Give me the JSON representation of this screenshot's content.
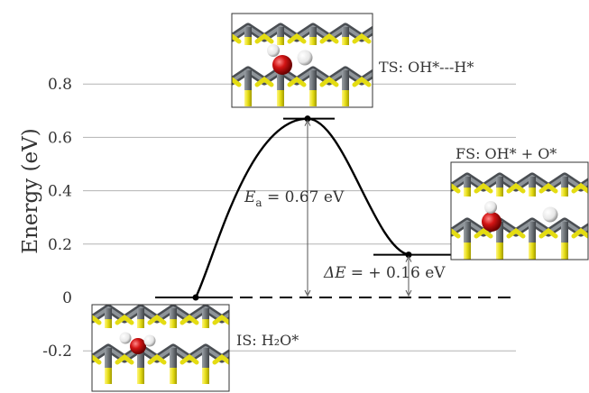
{
  "chart_data": {
    "type": "line",
    "title": "",
    "ylabel": "Energy (eV)",
    "xlabel": "",
    "ylim": [
      -0.25,
      0.85
    ],
    "yticks": [
      -0.2,
      0,
      0.2,
      0.4,
      0.6,
      0.8
    ],
    "ytick_labels": [
      "-0.2",
      "0",
      "0.2",
      "0.4",
      "0.6",
      "0.8"
    ],
    "grid": true,
    "states": [
      {
        "id": "IS",
        "label": "IS: H₂O*",
        "energy": 0.0
      },
      {
        "id": "TS",
        "label": "TS: OH*---H*",
        "energy": 0.67
      },
      {
        "id": "FS",
        "label": "FS: OH* + O*",
        "energy": 0.16
      }
    ],
    "reference_line": {
      "energy": 0.0,
      "style": "dashed"
    },
    "annotations": {
      "activation": {
        "symbol": "E",
        "subscript": "a",
        "text": " = 0.67 eV",
        "value": 0.67
      },
      "reaction": {
        "symbol": "ΔE",
        "text": "= + 0.16 eV",
        "value": 0.16
      }
    },
    "colors": {
      "line": "#000000",
      "grid": "#b3b3b3",
      "text": "#333333",
      "oxygen": "#d21414",
      "hydrogen": "#f2f2f2",
      "metal": "#6e7378",
      "sulfur": "#e4dc12"
    }
  }
}
